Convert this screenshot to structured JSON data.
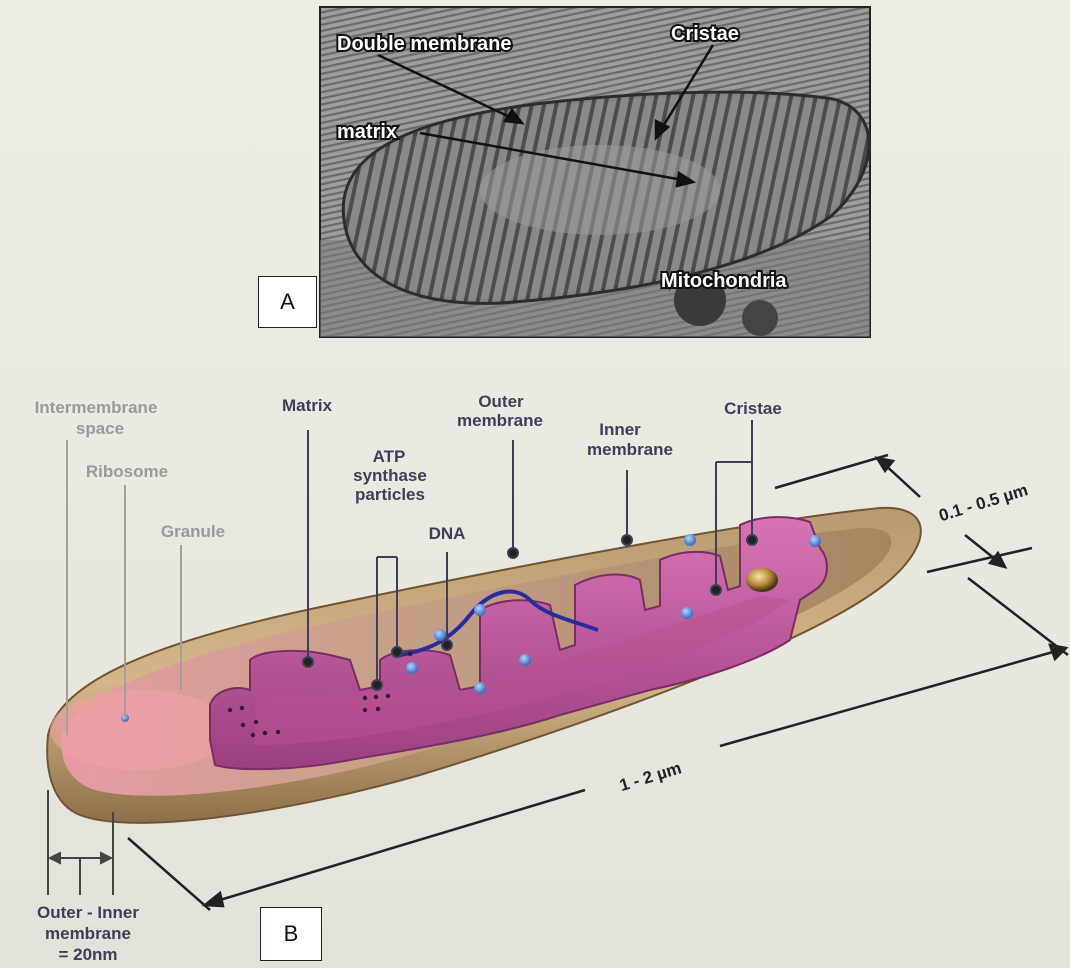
{
  "panel_a": {
    "panel_label": "A",
    "labels": {
      "double_membrane": "Double membrane",
      "cristae": "Cristae",
      "matrix": "matrix",
      "mitochondria": "Mitochondria"
    }
  },
  "panel_b": {
    "panel_label": "B",
    "labels": {
      "intermembrane_line1": "Intermembrane",
      "intermembrane_line2": "space",
      "ribosome": "Ribosome",
      "granule": "Granule",
      "matrix": "Matrix",
      "atp_line1": "ATP",
      "atp_line2": "synthase",
      "atp_line3": "particles",
      "dna": "DNA",
      "outer_line1": "Outer",
      "outer_line2": "membrane",
      "inner_line1": "Inner",
      "inner_line2": "membrane",
      "cristae": "Cristae",
      "width_dim": "0.1 - 0.5 µm",
      "length_dim": "1 - 2 µm",
      "gap_line1": "Outer - Inner",
      "gap_line2": "membrane",
      "gap_line3": "= 20nm"
    }
  },
  "colors": {
    "outer_membrane": "#c9a877",
    "inner_membrane": "#c85a9c",
    "matrix": "#b04a8a",
    "label_dark": "#3e3e58",
    "label_gray": "#9a9a9a",
    "ribosome": "#5b8fd6"
  }
}
